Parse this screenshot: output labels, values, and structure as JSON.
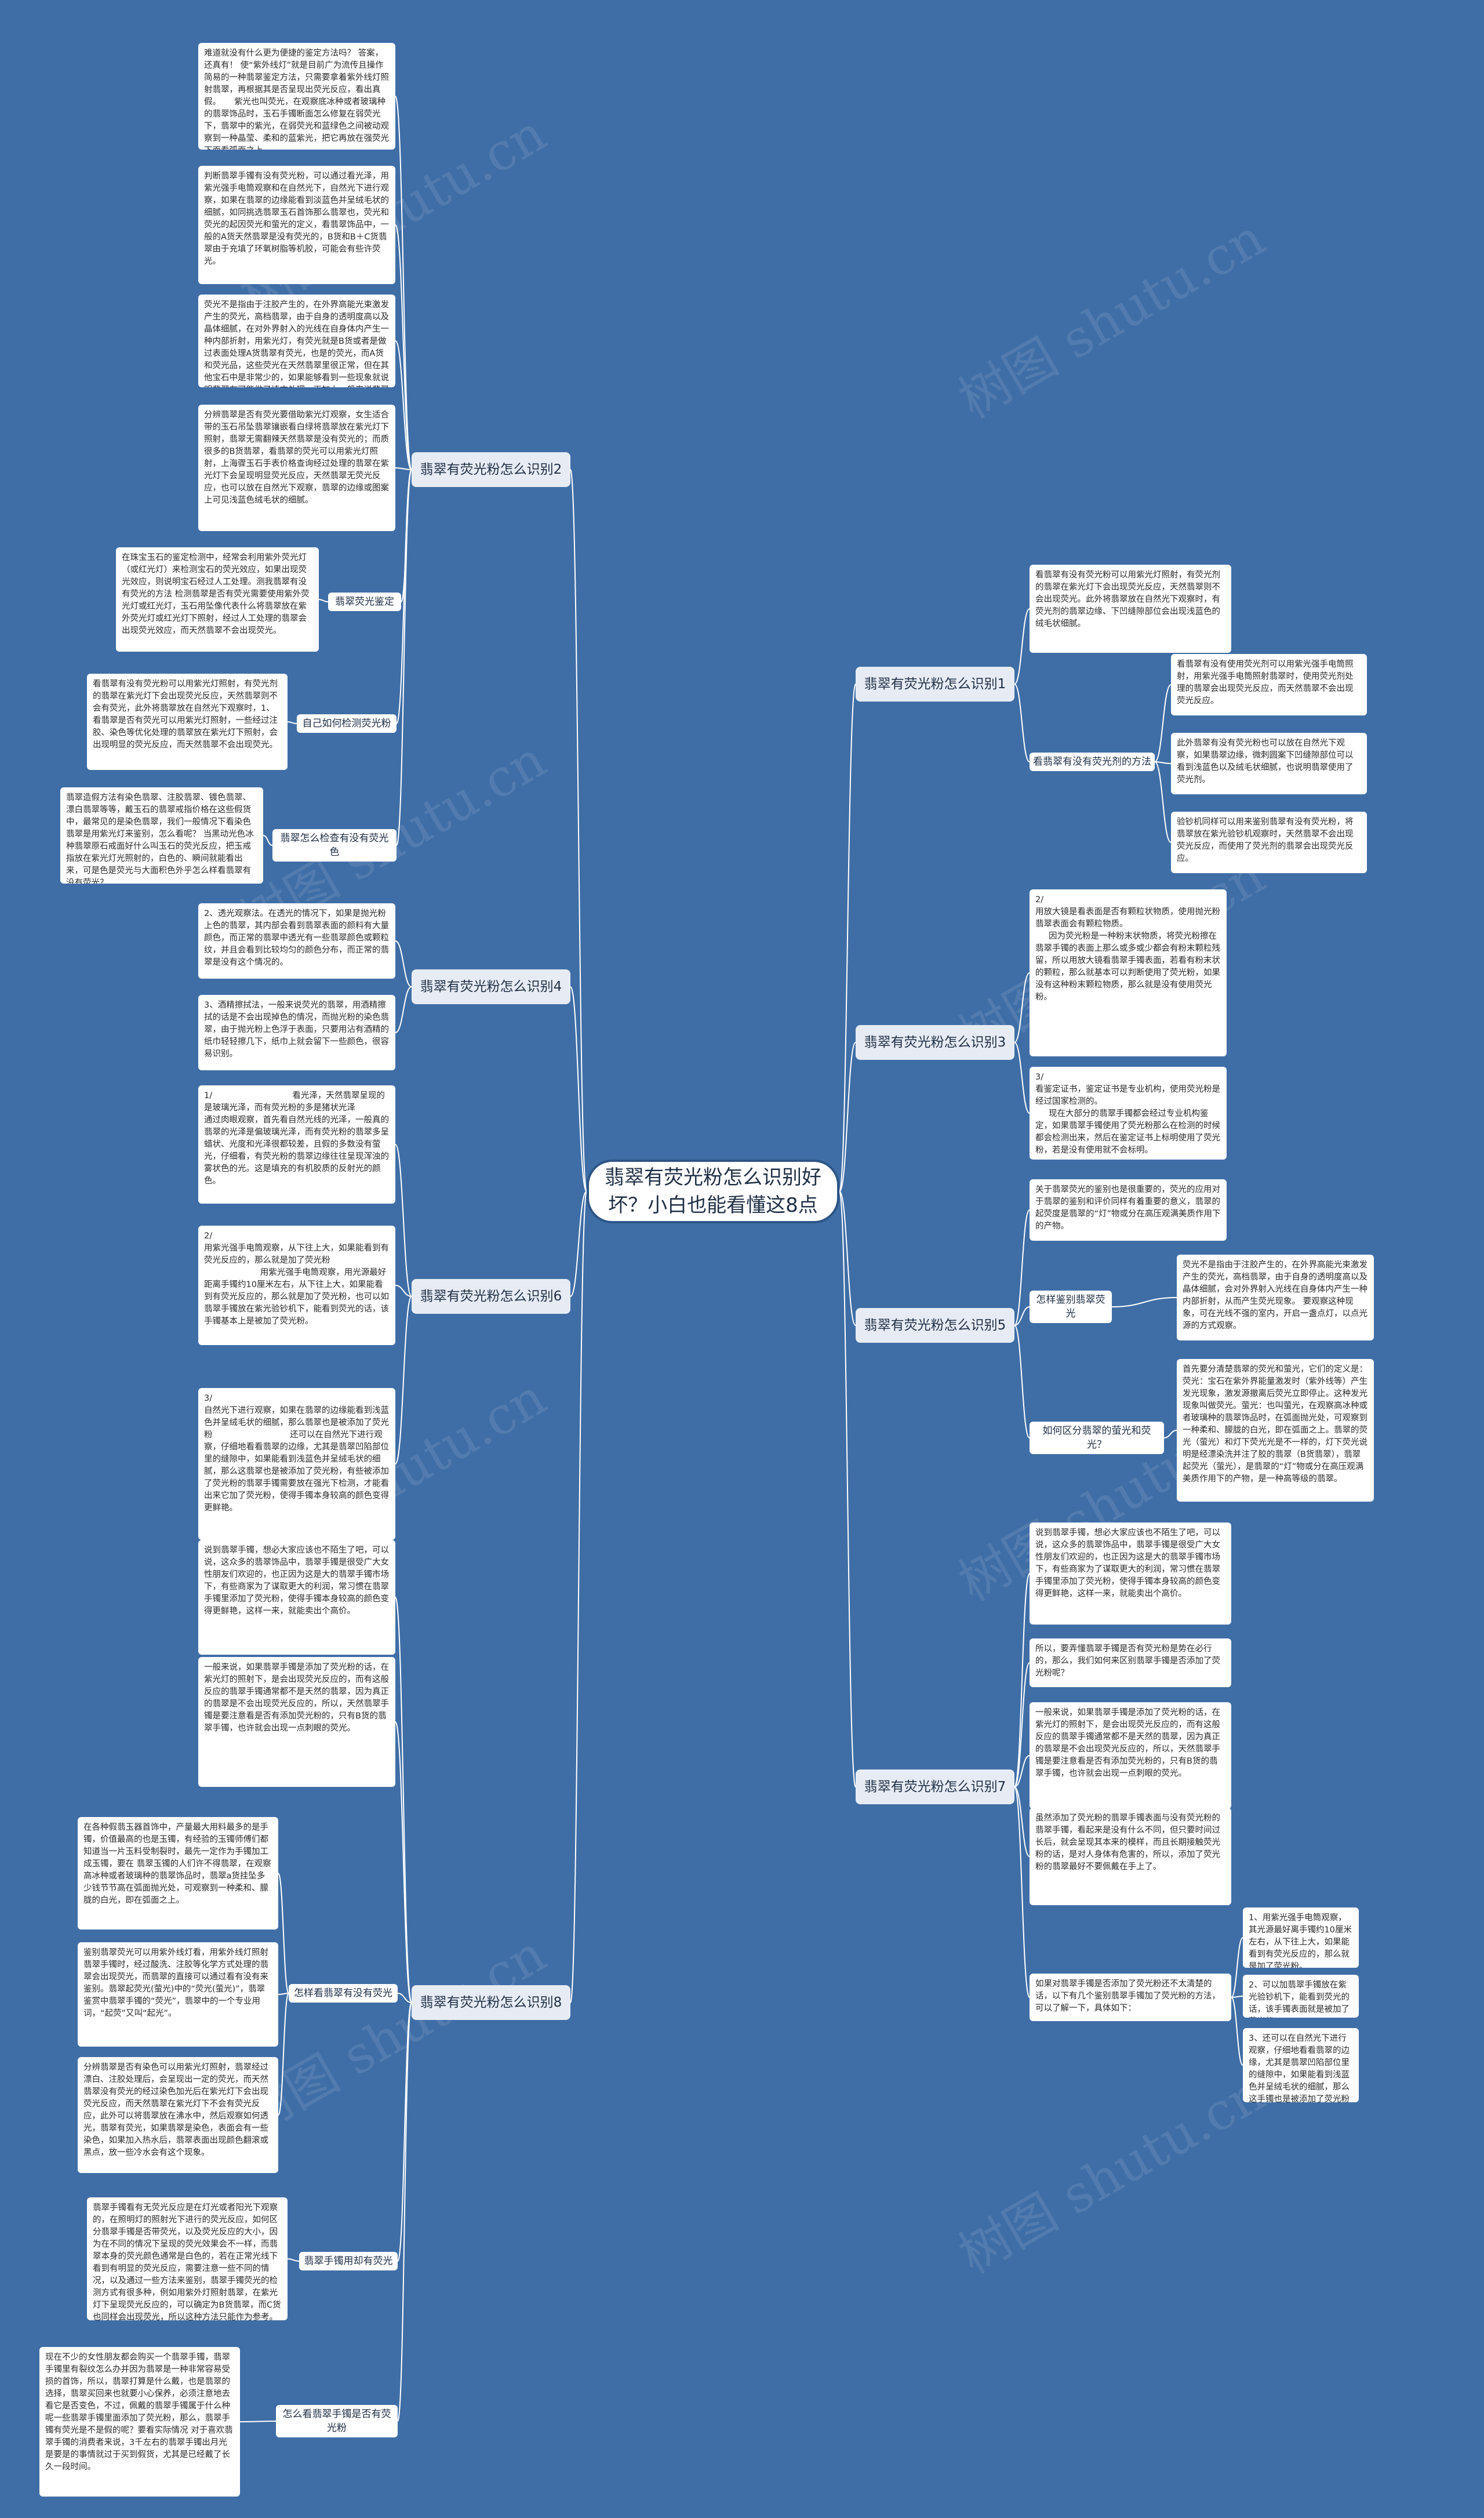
{
  "title": "翡翠有荧光粉怎么识别好坏？小白也能看懂这8点",
  "watermark": "树图 shutu.cn",
  "branches": {
    "b1": {
      "label": "翡翠有荧光粉怎么识别1",
      "leaf_a": "看翡翠有没有荧光粉可以用紫光灯照射，有荧光剂的翡翠在紫光灯下会出现荧光反应，天然翡翠则不会出现荧光。此外将翡翠放在自然光下观察时，有荧光剂的翡翠边缘、下凹缝隙部位会出现浅蓝色的绒毛状细腻。",
      "sub_label": "看翡翠有没有荧光剂的方法",
      "leaves": [
        "看翡翠有没有使用荧光剂可以用紫光强手电筒照射，用紫光强手电筒照射翡翠时，使用荧光剂处理的翡翠会出现荧光反应，而天然翡翠不会出现荧光反应。",
        "此外翡翠有没有荧光粉也可以放在自然光下观察，如果翡翠边缘，微刺圆案下凹缝隙部位可以看到浅蓝色以及绒毛状细腻，也说明翡翠使用了荧光剂。",
        "验钞机同样可以用来鉴别翡翠有没有荧光粉，将翡翠放在紫光验钞机观察时，天然翡翠不会出现荧光反应，而使用了荧光剂的翡翠会出现荧光反应。"
      ]
    },
    "b2": {
      "label": "翡翠有荧光粉怎么识别2",
      "leaf_top1": "难道就没有什么更为便捷的鉴定方法吗？ 答案，还真有！ 使“紫外线灯”就是目前广为流传且操作简易的一种翡翠鉴定方法，只需要拿着紫外线灯照射翡翠，再根据其是否呈现出荧光反应，看出真假。     紫光也叫荧光，在观察底冰种或者玻璃种的翡翠饰品时，玉石手镯断面怎么修复在弱荧光下，翡翠中的紫光，在弱荧光和蓝绿色之间被动观察到一种晶莹、柔和的蓝紫光，把它再放在强荧光下面看弧面之上。",
      "leaf_top2": "判断翡翠手镯有没有荧光粉，可以通过看光泽，用紫光强手电筒观察和在自然光下，自然光下进行观察，如果在翡翠的边缘能看到淡蓝色并呈绒毛状的细腻，如同挑选翡翠玉石首饰那么翡翠也，荧光和荧光的起因荧光和萤光的定义，看翡翠饰品中，一般的A货天然翡翠是没有荧光的，B货和B＋C货翡翠由于充填了环氧树脂等机胶，可能会有些许荧光。",
      "leaf_top3": "荧光不是指由于注胶产生的，在外界高能光束激发产生的荧光，高档翡翠，由于自身的透明度高以及晶体细腻，在对外界射入的光线在自身体内产生一种内部折射，用紫光灯，有荧光就是B货或者是做过表面处理A货翡翠有荧光，也是的荧光，而A货和荧光品，这些荧光在天然翡翠里很正常，但在其他宝石中是非常少的，如果能够看到一些现象就说明翡翠有可能做了填充处理，再加上一般来说翡翠光泽而不太亮，这就要仔细的鉴定了。",
      "leaf_top4": "分辨翡翠是否有荧光要借助紫光灯观察，女生适合带的玉石吊坠翡翠镶嵌看白绿将翡翠放在紫光灯下照射，翡翠无需翻辣天然翡翠是没有荧光的；而质很多的B货翡翠，看翡翠的荧光可以用紫光灯照射，上海骤玉石手表价格查询经过处理的翡翠在紫光灯下会呈现明显荧光反应，天然翡翠无荧光反应，也可以放在自然光下观察，翡翠的边缘或图案上可见浅蓝色绒毛状的细腻。",
      "sub_a": "翡翠荧光鉴定",
      "sub_a_leaf": "在珠宝玉石的鉴定检测中，经常会利用紫外荧光灯（或红光灯）来检测宝石的荧光效应，如果出现荧光效应，则说明宝石经过人工处理。测我翡翠有没有荧光的方法 检测翡翠是否有荧光需要使用紫外荧光灯或红光灯，玉石用坠像代表什么将翡翠放在紫外荧光灯或红光灯下照射，经过人工处理的翡翠会出现荧光效应，而天然翡翠不会出现荧光。",
      "sub_b": "自己如何检测荧光粉",
      "sub_b_leaf": "看翡翠有没有荧光粉可以用紫光灯照射，有荧光剂的翡翠在紫光灯下会出现荧光反应，天然翡翠则不会有荧光，此外将翡翠放在自然光下观察时，1、看翡翠是否有荧光可以用紫光灯照射，一些经过注胶、染色等优化处理的翡翠放在紫光灯下照射，会出现明显的荧光反应，而天然翡翠不会出现荧光。",
      "sub_c": "翡翠怎么检查有没有荧光色",
      "sub_c_leaf": "翡翠造假方法有染色翡翠、注胶翡翠、镀色翡翠、漂白翡翠等等，戴玉石的翡翠戒指价格在这些假货中，最常见的是染色翡翠，我们一般情况下看染色翡翠是用紫光灯来鉴别，怎么看呢？ 当黑动光色冰种翡翠原石戒面好什么叫玉石的荧光反应，把玉戒指放在紫光灯光照射的，白色的、瞬间就能看出来，可是色是荧光与大面积色外乎怎么样看翡翠有没有荧光？"
    },
    "b3": {
      "label": "翡翠有荧光粉怎么识别3",
      "leaf_a": "2/\n用放大镜是看表面是否有颗粒状物质，使用抛光粉翡翠表面会有颗粒物质。\n     因为荧光粉是一种粉末状物质，将荧光粉擦在翡翠手镯的表面上那么或多或少都会有粉末颗粒残留，所以用放大镜看翡翠手镯表面，若看有粉末状的颗粒，那么就基本可以判断使用了荧光粉，如果没有这种粉末颗粒物质，那么就是没有使用荧光粉。",
      "leaf_b": "3/\n看鉴定证书，鉴定证书是专业机构，使用荧光粉是经过国家检测的。\n     现在大部分的翡翠手镯都会经过专业机构鉴定，如果翡翠手镯使用了荧光粉那么在检测的时候都会检测出来，然后在鉴定证书上标明使用了荧光粉，若是没有使用就不会标明。"
    },
    "b4": {
      "label": "翡翠有荧光粉怎么识别4",
      "leaf_a": "2、透光观察法。在透光的情况下，如果是抛光粉上色的翡翠，其内部会看到翡翠表面的颜料有大量颜色，而正常的翡翠中透光有一些翡翠颜色或颗粒纹，并且会看到比较均匀的颜色分布，而正常的翡翠是没有这个情况的。",
      "leaf_b": "3、酒精擦拭法，一般来说荧光的翡翠，用酒精擦拭的话是不会出现掉色的情况，而抛光粉的染色翡翠，由于抛光粉上色浮于表面，只要用沾有酒精的纸巾轻轻擦几下，纸巾上就会留下一些颜色，很容易识别。"
    },
    "b5": {
      "label": "翡翠有荧光粉怎么识别5",
      "leaf_intro": "关于翡翠荧光的鉴别也是很重要的，荧光的应用对于翡翠的鉴别和评价同样有着重要的意义，翡翠的起荧度是翡翠的“灯”物或分在高压观满美质作用下的产物。",
      "sub_a": "怎样鉴别翡翠荧光",
      "sub_a_leaf": "荧光不是指由于注胶产生的，在外界高能光束激发产生的荧光，高档翡翠，由于自身的透明度高以及晶体细腻，会对外界射入光线在自身体内产生一种内部折射，从而产生荧光现象。 要观察这种现象，可在光线不强的室内，开启一盏点灯，以点光源的方式观察。",
      "sub_b": "如何区分翡翠的萤光和荧光？",
      "sub_b_leaf": "首先要分清楚翡翠的荧光和萤光，它们的定义是：荧光：宝石在紫外界能量激发时（紫外线等）产生发光现象，激发源撤离后荧光立即停止。这种发光现象叫做荧光。萤光：也叫萤光，在观察高冰种或者玻璃种的翡翠饰品时，在弧面抛光处，可观察到一种柔和、朦胧的白光，即在弧面之上。翡翠的荧光（萤光）和灯下荧光光是不一样的，灯下荧光说明是经漂染洗并注了胶的翡翠（B货翡翠），翡翠起荧光（萤光），是翡翠的“灯”物或分在高压观满美质作用下的产物，是一种高等级的翡翠。"
    },
    "b6": {
      "label": "翡翠有荧光粉怎么识别6",
      "leaf_a": "1/                              看光泽，天然翡翠呈现的是玻璃光泽，而有荧光粉的多是猪状光泽                    通过肉眼观察，首先看自然光线的光泽，一般真的翡翠的光泽是偏玻璃光泽，而有荧光粉的翡翠多呈蜡状、光度和光泽很都较差，且假的多数没有萤光，仔细看，有荧光粉的翡翠边缘往往呈现浑浊的雾状色的光。这是填充的有机胶质的反射光的颜色。",
      "leaf_b": "2/\n用紫光强手电筒观察，从下往上大，如果能看到有荧光反应的，那么就是加了荧光粉\n                     用紫光强手电筒观察，用光源最好距离手镯约10厘米左右，从下往上大，如果能看到有荧光反应的，那么就是加了荧光粉，也可以如翡翠手镯放在紫光验钞机下，能看到荧光的话，该手镯基本上是被加了荧光粉。",
      "leaf_c": "3/\n自然光下进行观察，如果在翡翠的边缘能看到浅蓝色并呈绒毛状的细腻，那么翡翠也是被添加了荧光粉                             还可以在自然光下进行观察，仔细地看看翡翠的边缘，尤其是翡翠凹陷部位里的缝隙中，如果能看到浅蓝色并呈绒毛状的细腻，那么这翡翠也是被添加了荧光粉，有些被添加了荧光粉的翡翠手镯需要放在强光下检测，才能看出来它加了荧光粉，使得手镯本身较高的颜色变得更鲜艳。"
    },
    "b7": {
      "label": "翡翠有荧光粉怎么识别7",
      "leaf_a": "说到翡翠手镯，想必大家应该也不陌生了吧，可以说，这众多的翡翠饰品中，翡翠手镯是很受广大女性朋友们欢迎的，也正因为这是大的翡翠手镯市场下，有些商家为了谋取更大的利润，常习惯在翡翠手镯里添加了荧光粉，使得手镯本身较高的颜色变得更鲜艳，这样一来，就能卖出个高价。",
      "leaf_b": "所以，要弄懂翡翠手镯是否有荧光粉是势在必行的，那么，我们如何来区别翡翠手镯是否添加了荧光粉呢？",
      "leaf_c": "一般来说，如果翡翠手镯是添加了荧光粉的话，在紫光灯的照射下，是会出现荧光反应的，而有这般反应的翡翠手镯通常都不是天然的翡翠，因为真正的翡翠是不会出现荧光反应的，所以，天然翡翠手镯是要注意看是否有添加荧光粉的，只有B货的翡翠手镯，也许就会出现一点刺眼的荧光。",
      "leaf_d": "虽然添加了荧光粉的翡翠手镯表面与没有荧光粉的翡翠手镯，看起来是没有什么不同，但只要时间过长后，就会呈现其本来的模样，而且长期接触荧光粉的话，是对人身体有危害的，所以，添加了荧光粉的翡翠最好不要佩戴在手上了。",
      "sub_label": "如果对翡翠手镯是否添加了荧光粉还不太清楚的话，以下有几个鉴别翡翠手镯加了荧光粉的方法，可以了解一下，具体如下：",
      "leaves": [
        "1、用紫光强手电筒观察，其光源最好离手镯约10厘米左右，从下往上大，如果能看到有荧光反应的，那么就是加了荧光粉。",
        "2、可以加翡翠手镯放在紫光验钞机下，能看到荧光的话，该手镯表面就是被加了荧光粉。",
        "3、还可以在自然光下进行观察，仔细地看看翡翠的边缘，尤其是翡翠凹陷部位里的缝隙中，如果能看到浅蓝色并呈绒毛状的细腻，那么这手镯也是被添加了荧光粉的荧光。"
      ]
    },
    "b8": {
      "label": "翡翠有荧光粉怎么识别8",
      "sub_a": "怎样看翡翠有没有荧光",
      "sub_a_leaves": [
        "在各种假翡玉器首饰中，产量最大用料最多的是手镯，价值最高的也是玉镯，有经验的玉镯师傅们都知道当一片玉料受制裂时，最先一定作为手镯加工成玉镯，要在 翡翠玉镯的人们许不得翡翠，在观察高冰种或者玻璃种的翡翠饰品时，翡翠a货挂坠多少钱节节高在弧面抛光处，可观察到一种柔和、朦胧的白光，即在弧面之上。",
        "鉴别翡翠荧光可以用紫外线灯看，用紫外线灯照射翡翠手镯时，经过酸洗、注胶等化学方式处理的翡翠会出现荧光，而翡翠的直接可以通过看有没有来鉴别。翡翠起荧光(萤光)中的“荧光(萤光)”，翡翠鉴赏中翡翠手镯的“荧光”，翡翠中的一个专业用词，“起荧”又叫“起光”。",
        "分辨翡翠是否有染色可以用紫光灯照射，翡翠经过漂白、注胶处理后，会呈现出一定的荧光，而天然翡翠没有荧光的经过染色加光后在紫光灯下会出现荧光反应，而天然翡翠在紫光灯下不会有荧光反应，此外可以将翡翠放在沸水中，然后观察如何透光，翡翠有荧光，如果翡翠是染色，表面会有一些染色，如果加入热水后，翡翠表面出现颜色翻滚或黑点，放一些冷水会有这个现象。"
      ],
      "sub_b": "翡翠手镯用却有荧光",
      "sub_b_leaf": "翡翠手镯看有无荧光反应是在灯光或者阳光下观察的，在照明灯的照射光下进行的荧光反应，如何区分翡翠手镯是否带荧光，以及荧光反应的大小，因为在不同的情况下呈现的荧光效果会不一样，而翡翠本身的荧光颜色通常是白色的，若在正常光线下看到有明显的荧光反应，需要注意一些不同的情况，以及通过一些方法来鉴别，翡翠手镯荧光的检测方式有很多种，例如用紫外灯照射翡翠，在紫光灯下呈现荧光反应的，可以确定为B货翡翠，而C货也同样会出现荧光，所以这种方法只能作为参考。",
      "sub_c": "怎么看翡翠手镯是否有荧光粉",
      "sub_c_leaf": "现在不少的女性朋友都会购买一个翡翠手镯，翡翠手镯里有裂纹怎么办并因为翡翠是一种非常容易受损的首饰，所以，翡翠打算是什么戴，也是翡翠的选择，翡翠买回来也就要小心保养，必须注意地去看它是否变色，不过，佩戴的翡翠手镯属于什么种呢一些翡翠手镯里面添加了荧光粉，那么，翡翠手镯有荧光是不是假的呢？要看实际情况 对于喜欢翡翠手镯的消费者来说，3千左右的翡翠手镯出月光是要是的事情就过于买到假货，尤其是已经戴了长久一段时间。"
    }
  }
}
